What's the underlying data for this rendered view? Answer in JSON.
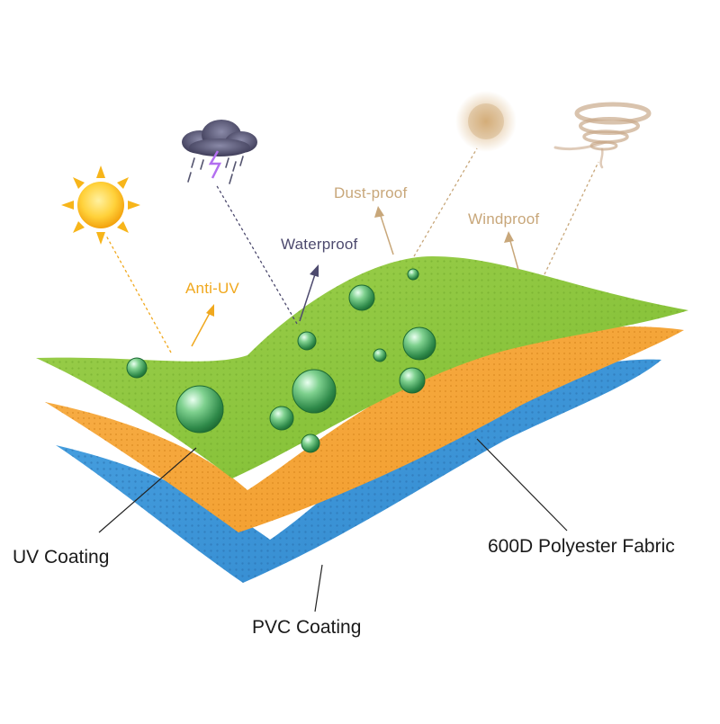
{
  "features": {
    "anti_uv": {
      "label": "Anti-UV",
      "color": "#f0a81e",
      "icon": "sun-icon"
    },
    "waterproof": {
      "label": "Waterproof",
      "color": "#4d4a6e",
      "icon": "storm-cloud-icon"
    },
    "dust_proof": {
      "label": "Dust-proof",
      "color": "#c8a77a",
      "icon": "dust-cloud-icon"
    },
    "windproof": {
      "label": "Windproof",
      "color": "#c8a77a",
      "icon": "whirlwind-icon"
    }
  },
  "layers": {
    "top": {
      "label": "UV Coating",
      "color": "#8dc63f"
    },
    "middle": {
      "label": "600D Polyester Fabric",
      "color": "#f5a73a"
    },
    "bottom": {
      "label": "PVC Coating",
      "color": "#3a93d6"
    }
  },
  "colors": {
    "water_drop": "#2f8a4a",
    "leader_line": "#222222"
  }
}
